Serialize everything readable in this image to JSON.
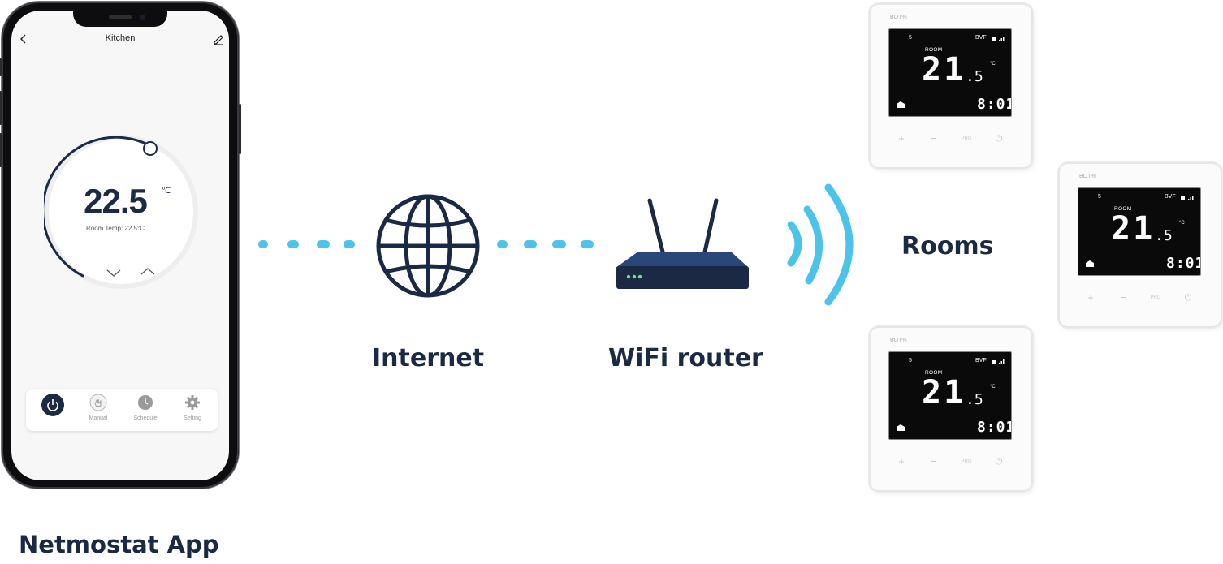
{
  "app": {
    "title": "Kitchen",
    "back_icon": "chevron-left-icon",
    "edit_icon": "pencil-icon",
    "temperature": "22.5",
    "temperature_unit": "℃",
    "room_temp": "Room Temp: 22.5°C",
    "tabs": [
      {
        "label": "",
        "icon": "power-icon"
      },
      {
        "label": "Manual",
        "icon": "hand-icon"
      },
      {
        "label": "Schedule",
        "icon": "clock-icon"
      },
      {
        "label": "Setting",
        "icon": "gear-icon"
      }
    ]
  },
  "labels": {
    "app": "Netmostat App",
    "internet": "Internet",
    "router": "WiFi router",
    "rooms": "Rooms"
  },
  "thermostats": [
    {
      "brand": "BOT%",
      "top_left": "5",
      "top_right": "BVF",
      "room": "ROOM",
      "temp_whole": "21",
      "temp_decimal": ".5",
      "unit": "°C",
      "time": "8:01",
      "keys": [
        "+",
        "−",
        "PRG",
        "⏻"
      ]
    },
    {
      "brand": "BOT%",
      "top_left": "5",
      "top_right": "BVF",
      "room": "ROOM",
      "temp_whole": "21",
      "temp_decimal": ".5",
      "unit": "°C",
      "time": "8:01",
      "keys": [
        "+",
        "−",
        "PRG",
        "⏻"
      ]
    },
    {
      "brand": "BOT%",
      "top_left": "5",
      "top_right": "BVF",
      "room": "ROOM",
      "temp_whole": "21",
      "temp_decimal": ".5",
      "unit": "°C",
      "time": "8:01",
      "keys": [
        "+",
        "−",
        "PRG",
        "⏻"
      ]
    }
  ],
  "colors": {
    "navy": "#1b2944",
    "connection": "#4cc4ea",
    "router_led": "#6fe08a"
  }
}
